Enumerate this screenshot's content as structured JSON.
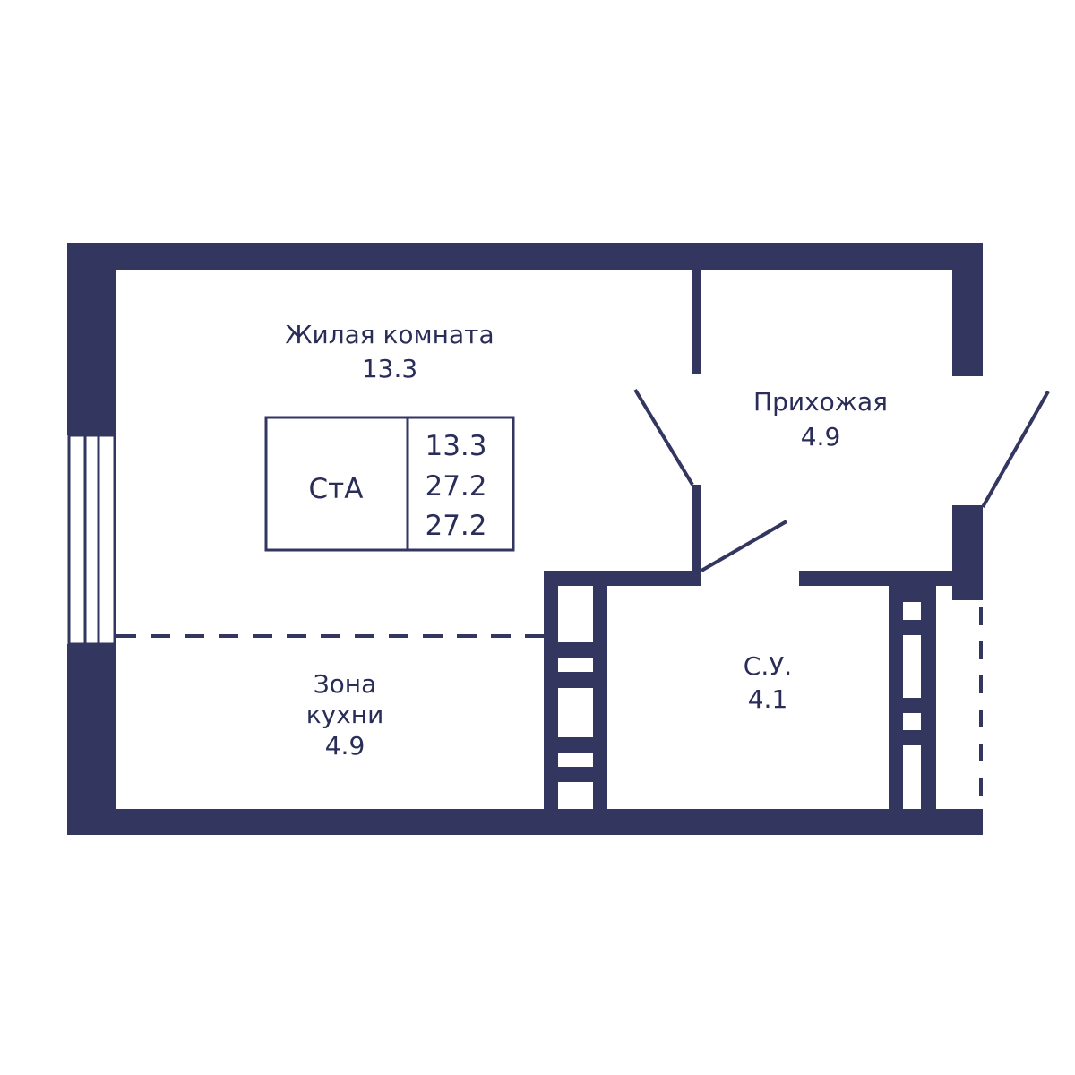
{
  "rooms": {
    "living": {
      "name": "Жилая комната",
      "area": "13.3"
    },
    "hall": {
      "name": "Прихожая",
      "area": "4.9"
    },
    "bathroom": {
      "name": "С.У.",
      "area": "4.1"
    },
    "kitchen": {
      "name_line1": "Зона",
      "name_line2": "кухни",
      "area": "4.9"
    }
  },
  "summary": {
    "type": "СтА",
    "living_area": "13.3",
    "total_area": "27.2",
    "total_area_2": "27.2"
  },
  "colors": {
    "wall": "#33365f"
  }
}
